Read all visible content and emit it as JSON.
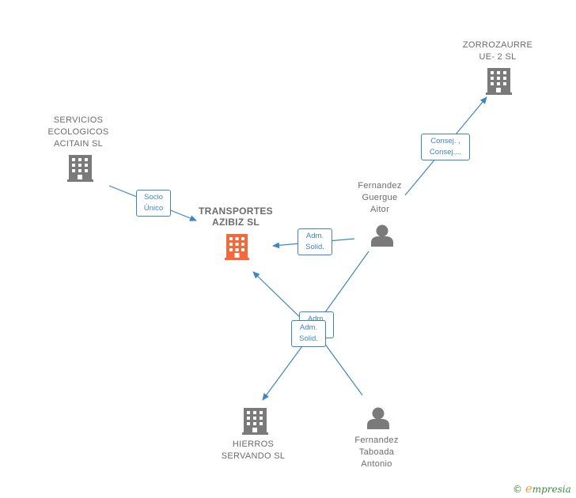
{
  "colors": {
    "edge": "#3d85c6",
    "node_gray": "#7a7a7a",
    "node_highlight": "#f26a3c",
    "label_text": "#6b6b6b"
  },
  "nodes": {
    "zorrozaurre": {
      "label": "ZORROZAURRE\nUE- 2  SL",
      "icon": "building-icon"
    },
    "servicios": {
      "label": "SERVICIOS\nECOLOGICOS\nACITAIN SL",
      "icon": "building-icon"
    },
    "transportes": {
      "label": "TRANSPORTES\nAZIBIZ  SL",
      "icon": "building-icon"
    },
    "fernandez_guergue": {
      "label": "Fernandez\nGuergue\nAitor",
      "icon": "person-icon"
    },
    "hierros": {
      "label": "HIERROS\nSERVANDO  SL",
      "icon": "building-icon"
    },
    "fernandez_taboada": {
      "label": "Fernandez\nTaboada\nAntonio",
      "icon": "person-icon"
    }
  },
  "edges": {
    "socio_unico": "Socio\nÚnico",
    "consej": "Consej. ,\nConsej....",
    "adm_solid_1": "Adm.\nSolid.",
    "adm_solid_2": "Adm.\nSolid.",
    "adm_solid_3": "Adm.\nSolid."
  },
  "brand": {
    "copyright": "©",
    "name_initial": "e",
    "name_rest": "mpresia"
  }
}
